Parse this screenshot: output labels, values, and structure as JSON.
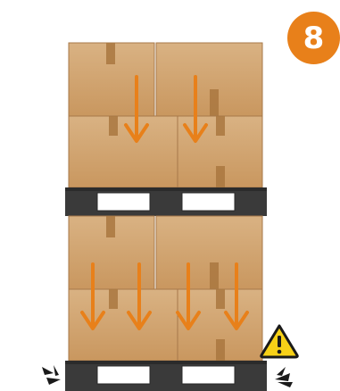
{
  "step": {
    "number": "8"
  },
  "colors": {
    "background": "#ffffff",
    "accent": "#e8801a",
    "box_light": "#d6ad7e",
    "box_mid": "#c89966",
    "box_shadow": "#b1814f",
    "box_edge": "#9a6f44",
    "tape": "#a8773e",
    "pallet": "#3a3a3a",
    "pallet_slot": "#ffffff",
    "arrow": "#e8801a",
    "warning_fill": "#f7d117",
    "warning_stroke": "#1a1a1a",
    "crack_marks": "#1a1a1a"
  },
  "icons": {
    "step_badge": "numbered-circle-badge",
    "load_arrow": "down-arrow-icon",
    "warning": "warning-triangle-icon",
    "stress": "stress-crack-marks-icon"
  },
  "diagram": {
    "upper_stack": {
      "arrow_count": 2
    },
    "lower_stack": {
      "arrow_count": 4
    }
  }
}
